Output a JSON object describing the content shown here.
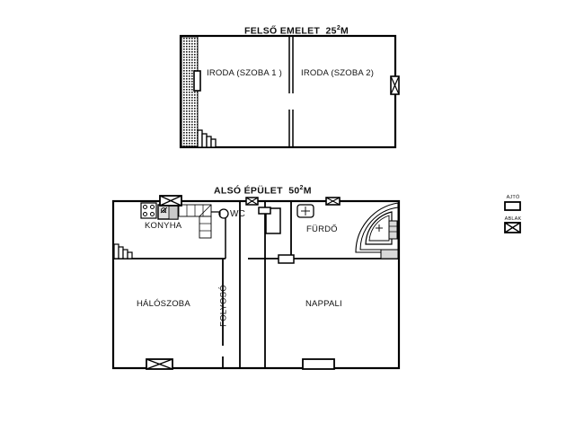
{
  "document": {
    "type": "floor-plan",
    "language": "hu"
  },
  "upper_floor": {
    "title_text": "FELSŐ EMELET",
    "area_value": "25",
    "area_sup": "2",
    "area_unit": "M",
    "rooms": [
      {
        "name": "office-1",
        "label": "IRODA (SZOBA 1 )"
      },
      {
        "name": "office-2",
        "label": "IRODA (SZOBA 2)"
      }
    ],
    "features": {
      "hatched_wall": "hatched-left-wall",
      "stairs": "stairs-upper",
      "door": "door-office-1",
      "window": "window-right-upper"
    }
  },
  "lower_floor": {
    "title_text": "ALSÓ ÉPÜLET",
    "area_value": "50",
    "area_sup": "2",
    "area_unit": "M",
    "rooms": [
      {
        "name": "kitchen",
        "label": "KONYHA"
      },
      {
        "name": "wc",
        "label": "WC"
      },
      {
        "name": "bathroom",
        "label": "FÜRDŐ"
      },
      {
        "name": "bedroom",
        "label": "HÁLÓSZOBA"
      },
      {
        "name": "hallway",
        "label": "FOLYOSÓ"
      },
      {
        "name": "living-room",
        "label": "NAPPALI"
      }
    ],
    "fixtures": {
      "stove": "stove-icon",
      "sink": "kitchen-sink-icon",
      "counter": "counter-icon",
      "toilet": "toilet-icon",
      "washbasin": "washbasin-icon",
      "bathtub": "corner-bathtub-icon",
      "stairs": "stairs-lower"
    }
  },
  "legend": {
    "items": [
      {
        "name": "door",
        "label": "AJTÓ",
        "symbol": "plain-rectangle"
      },
      {
        "name": "window",
        "label": "ABLAK",
        "symbol": "crossed-rectangle"
      }
    ]
  },
  "colors": {
    "wall": "#000000",
    "background": "#ffffff",
    "text": "#111111",
    "fixture_fill": "#d9d9d9"
  }
}
